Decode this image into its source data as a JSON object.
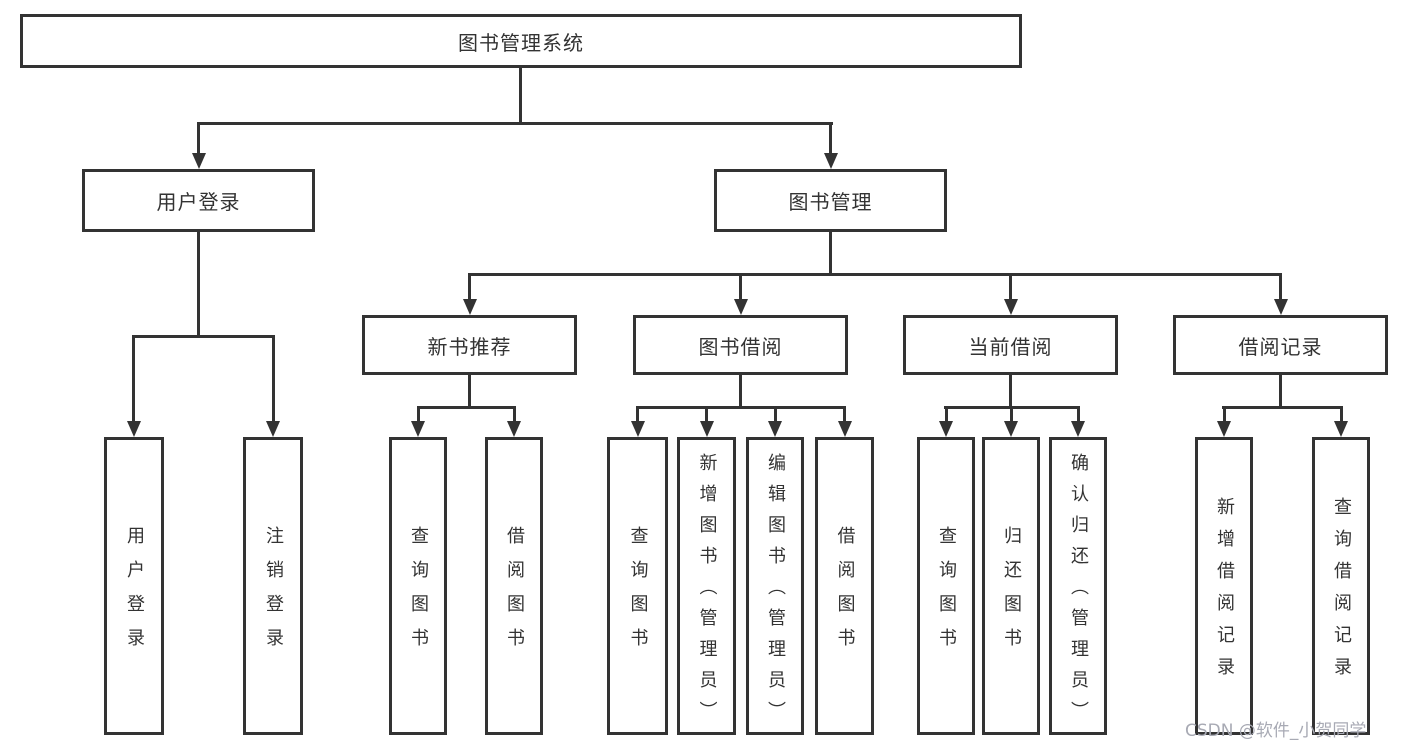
{
  "diagram": {
    "root": {
      "label": "图书管理系统"
    },
    "level2": [
      {
        "label": "用户登录"
      },
      {
        "label": "图书管理"
      }
    ],
    "level3": [
      {
        "label": "新书推荐"
      },
      {
        "label": "图书借阅"
      },
      {
        "label": "当前借阅"
      },
      {
        "label": "借阅记录"
      }
    ],
    "leaves": {
      "user_login": [
        {
          "label": "用户登录"
        },
        {
          "label": "注销登录"
        }
      ],
      "new_books": [
        {
          "label": "查询图书"
        },
        {
          "label": "借阅图书"
        }
      ],
      "book_borrow": [
        {
          "label": "查询图书"
        },
        {
          "label": "新增图书（管理员）"
        },
        {
          "label": "编辑图书（管理员）"
        },
        {
          "label": "借阅图书"
        }
      ],
      "current_borrow": [
        {
          "label": "查询图书"
        },
        {
          "label": "归还图书"
        },
        {
          "label": "确认归还（管理员）"
        }
      ],
      "borrow_records": [
        {
          "label": "新增借阅记录"
        },
        {
          "label": "查询借阅记录"
        }
      ]
    }
  },
  "watermark": {
    "text": "CSDN @软件_小贺同学"
  },
  "colors": {
    "line": "#333333",
    "background": "#ffffff",
    "watermark": "#a8aab4",
    "text": "#333333"
  }
}
